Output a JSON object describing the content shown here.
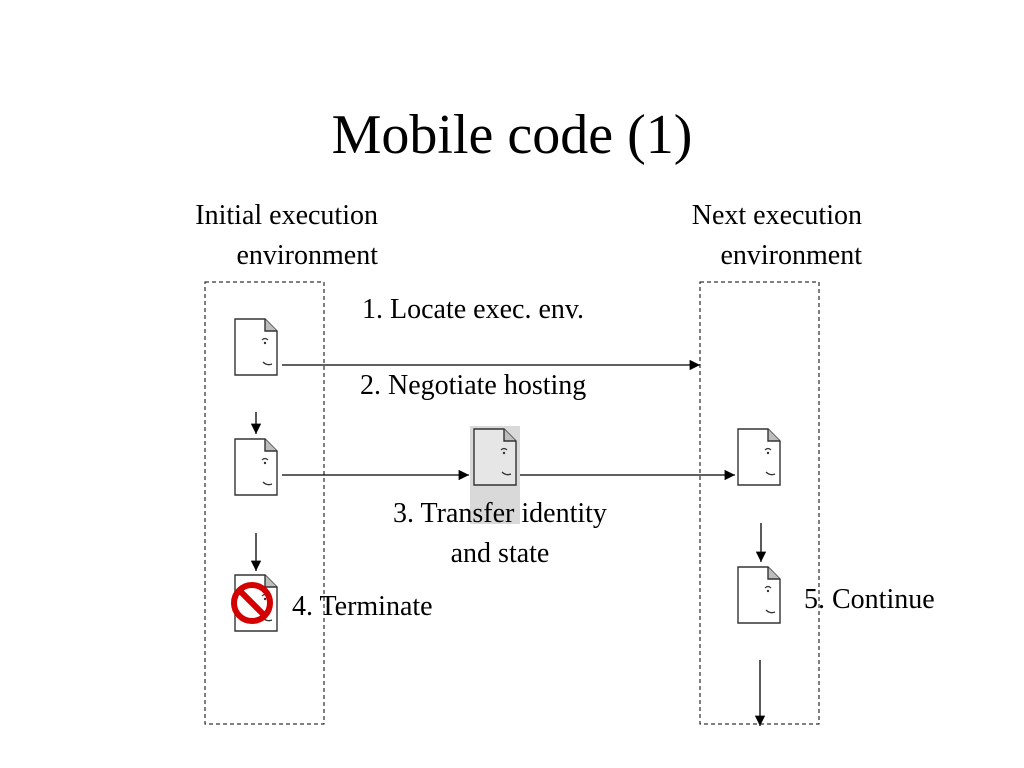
{
  "slide": {
    "title": "Mobile code (1)"
  },
  "environments": {
    "initial": {
      "line1": "Initial execution",
      "line2": "environment"
    },
    "next": {
      "line1": "Next execution",
      "line2": "environment"
    }
  },
  "steps": {
    "locate": "1. Locate exec. env.",
    "negotiate": "2. Negotiate hosting",
    "transfer_line1": "3. Transfer identity",
    "transfer_line2": "and state",
    "terminate": "4. Terminate",
    "continue": "5. Continue"
  },
  "icons": {
    "document": "document-face-icon",
    "prohibited": "prohibited-icon"
  },
  "colors": {
    "prohibited_red": "#d40000",
    "transfer_highlight": "#d9d9d9"
  }
}
